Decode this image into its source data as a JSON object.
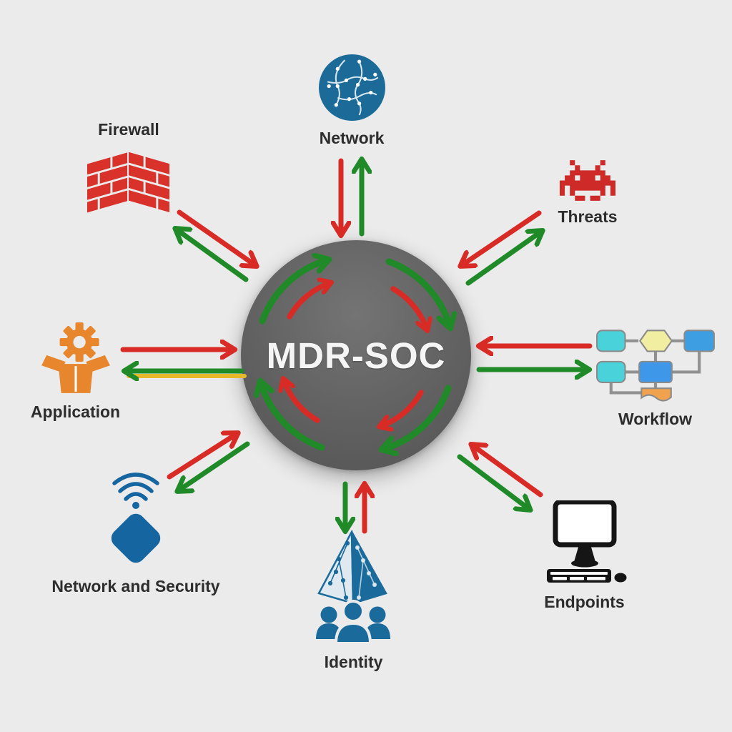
{
  "title": "MDR-SOC security operations diagram",
  "background_color": "#ebebeb",
  "hub": {
    "label": "MDR-SOC",
    "bg_color": "#616161",
    "text_color": "#f5f5f5",
    "circulation_arrow_colors": [
      "#1f8a27",
      "#d92b25"
    ]
  },
  "arrows": {
    "to_center_color": "#d92b25",
    "from_center_color": "#1f8a27",
    "application_arrow_shadow_color": "#e6b82a",
    "flow": "red arrow points toward MDR-SOC hub, green arrow points outward to each node"
  },
  "nodes": [
    {
      "id": "network",
      "label": "Network",
      "icon": "network-globe-icon",
      "color": "#1b6a98",
      "position": "top"
    },
    {
      "id": "firewall",
      "label": "Firewall",
      "icon": "firewall-brick-icon",
      "color": "#d8322a",
      "position": "top-left"
    },
    {
      "id": "threats",
      "label": "Threats",
      "icon": "threat-invader-icon",
      "color": "#cd2a28",
      "position": "top-right"
    },
    {
      "id": "application",
      "label": "Application",
      "icon": "application-box-gear-icon",
      "color": "#e8862d",
      "position": "left"
    },
    {
      "id": "workflow",
      "label": "Workflow",
      "icon": "workflow-flowchart-icon",
      "color": "#49d2da",
      "position": "right"
    },
    {
      "id": "network_security",
      "label": "Network and Security",
      "icon": "wireless-device-icon",
      "color": "#1565a0",
      "position": "bottom-left"
    },
    {
      "id": "identity",
      "label": "Identity",
      "icon": "identity-pyramid-people-icon",
      "color": "#1a6b9c",
      "position": "bottom"
    },
    {
      "id": "endpoints",
      "label": "Endpoints",
      "icon": "endpoint-computer-icon",
      "color": "#151515",
      "position": "bottom-right"
    }
  ]
}
